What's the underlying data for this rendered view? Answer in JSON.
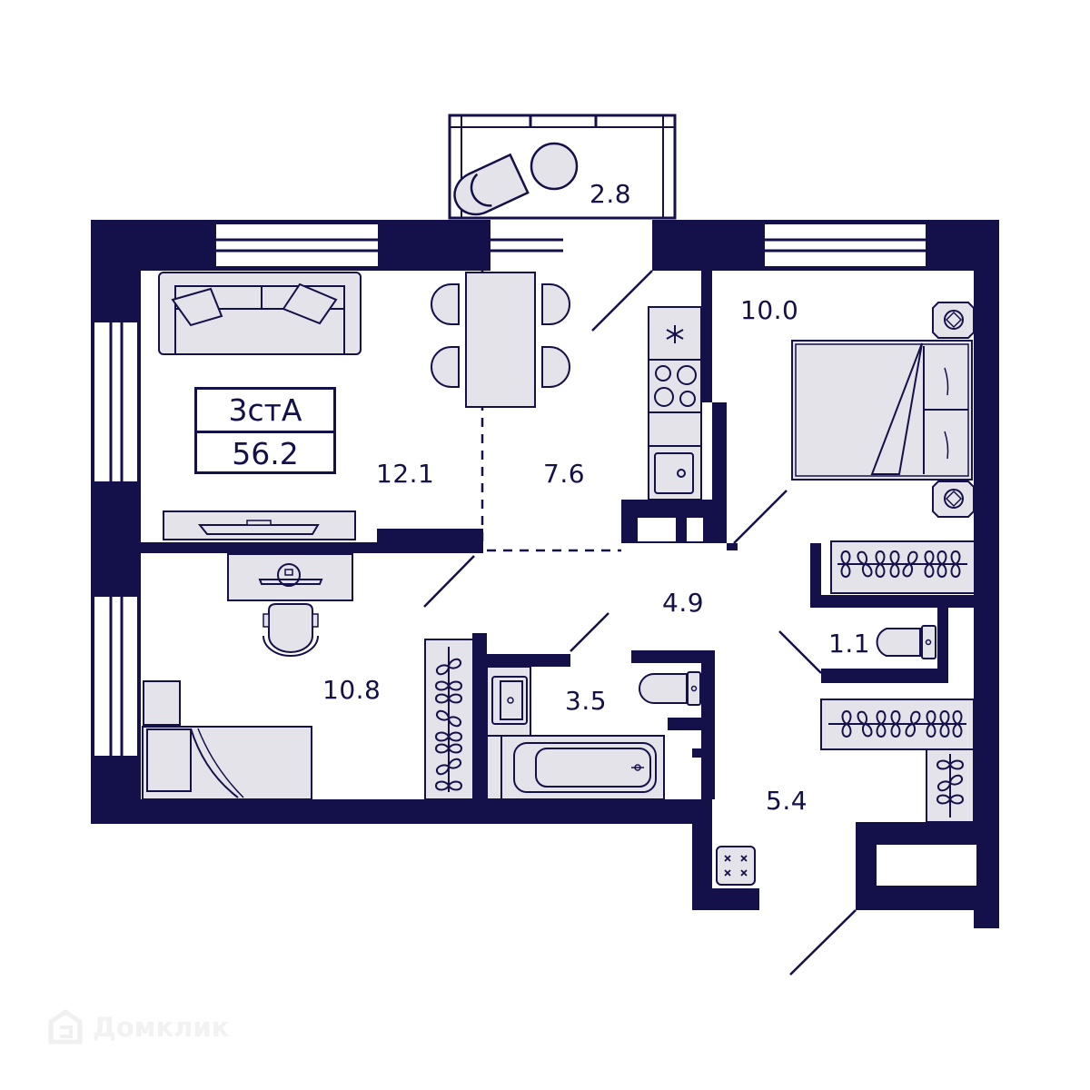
{
  "plan": {
    "apartment_type": "3стА",
    "total_area": "56.2",
    "colors": {
      "wall": "#14104a",
      "furniture_fill": "#e4e3ea",
      "background": "#ffffff"
    },
    "rooms": [
      {
        "id": "balcony",
        "area": "2.8"
      },
      {
        "id": "living-room",
        "area": "12.1"
      },
      {
        "id": "kitchen",
        "area": "7.6"
      },
      {
        "id": "bedroom",
        "area": "10.0"
      },
      {
        "id": "children-room",
        "area": "10.8"
      },
      {
        "id": "hall",
        "area": "4.9"
      },
      {
        "id": "bathroom",
        "area": "3.5"
      },
      {
        "id": "toilet",
        "area": "1.1"
      },
      {
        "id": "entrance-hall",
        "area": "5.4"
      }
    ]
  },
  "watermark": {
    "text": "Домклик",
    "icon": "house-logo-icon"
  }
}
